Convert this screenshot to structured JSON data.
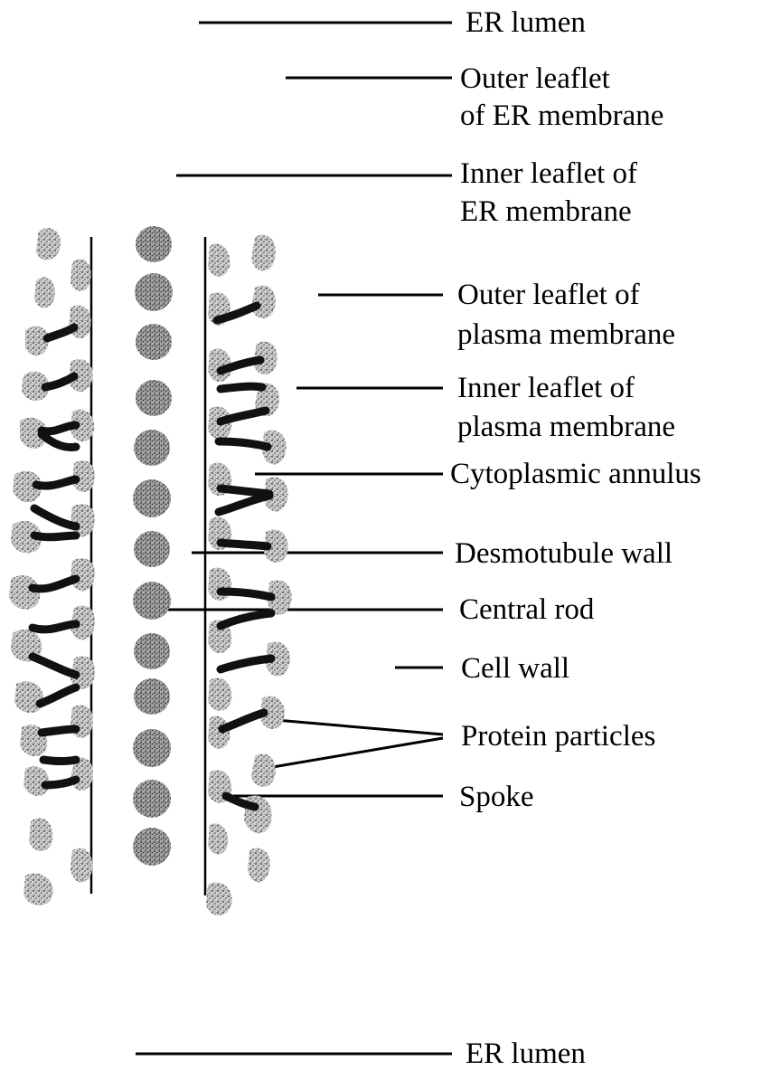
{
  "labels": {
    "er_lumen_top": "ER lumen",
    "outer_leaflet_er_1": "Outer leaflet",
    "outer_leaflet_er_2": "of ER membrane",
    "inner_leaflet_er_1": "Inner leaflet of",
    "inner_leaflet_er_2": "ER membrane",
    "outer_leaflet_pm_1": "Outer leaflet of",
    "outer_leaflet_pm_2": "plasma membrane",
    "inner_leaflet_pm_1": "Inner leaflet of",
    "inner_leaflet_pm_2": "plasma membrane",
    "cytoplasmic_annulus": "Cytoplasmic annulus",
    "desmotubule_wall": "Desmotubule wall",
    "central_rod": "Central rod",
    "cell_wall": "Cell wall",
    "protein_particles": "Protein particles",
    "spoke": "Spoke",
    "er_lumen_bottom": "ER lumen"
  },
  "colors": {
    "ink": "#000000",
    "stipple_dark": "#3a3a3a",
    "stipple_light": "#9a9a9a",
    "background": "#ffffff"
  }
}
